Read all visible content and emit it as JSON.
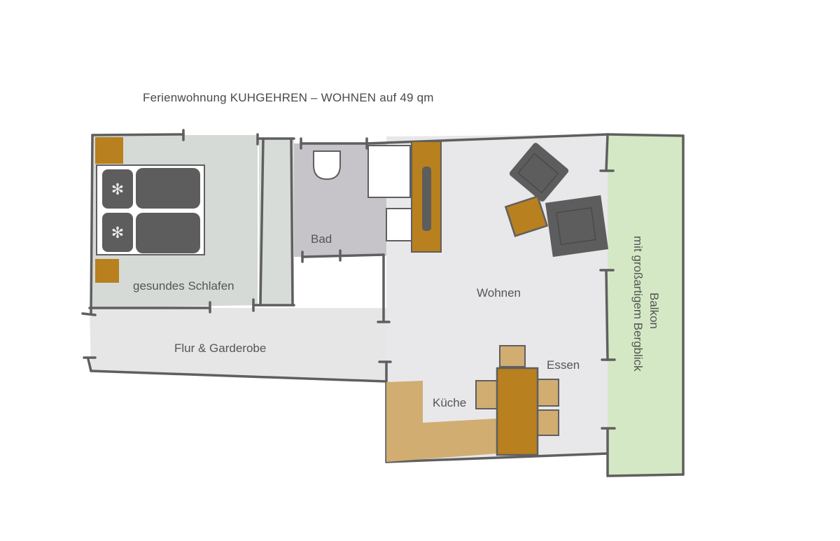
{
  "title": "Ferienwohnung KUHGEHREN – WOHNEN auf 49 qm",
  "rooms": {
    "schlafen": "gesundes Schlafen",
    "bad": "Bad",
    "flur": "Flur & Garderobe",
    "wohnen": "Wohnen",
    "essen": "Essen",
    "kueche": "Küche",
    "balkon_line1": "Balkon",
    "balkon_line2": "mit großartigem Bergblick"
  },
  "colors": {
    "bedroom_floor": "#d6dad6",
    "bath_floor": "#c6c4c9",
    "hall_floor": "#e6e6e6",
    "living_floor": "#e8e8ea",
    "balcony": "#d5e8c5",
    "wood": "#b8801e",
    "kitchen": "#d1ad72",
    "dark_furniture": "#5d5d5d",
    "wall": "#5f5f5f"
  }
}
